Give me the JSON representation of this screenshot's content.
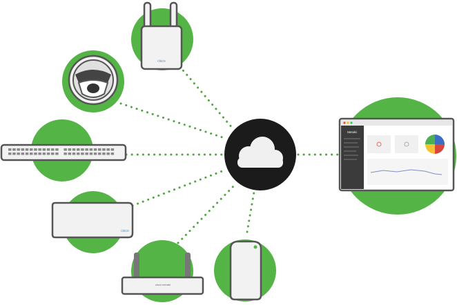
{
  "colors": {
    "green": "#55b446",
    "dots": "#4ea63f",
    "cloud_hub": "#1b1b1b",
    "device_fill": "#f2f2f2",
    "device_stroke": "#555555",
    "port": "#8a8a8a",
    "cisco_blue": "#3d9ad1"
  },
  "hub": {
    "icon": "cloud-icon"
  },
  "devices": [
    {
      "id": "wireless-access-point",
      "icon": "access-point-icon",
      "label": "cisco"
    },
    {
      "id": "security-camera",
      "icon": "dome-camera-icon"
    },
    {
      "id": "network-switch",
      "icon": "switch-icon"
    },
    {
      "id": "security-appliance",
      "icon": "appliance-icon",
      "label": "cisco"
    },
    {
      "id": "wireless-router",
      "icon": "router-icon",
      "label": "cisco meraki"
    },
    {
      "id": "smart-sensor",
      "icon": "sensor-icon"
    }
  ],
  "dashboard": {
    "brand": "Meraki",
    "icon": "dashboard-window-icon",
    "pie_colors": [
      "#3a6fc4",
      "#d9463b",
      "#f2c230",
      "#4caf50"
    ]
  }
}
